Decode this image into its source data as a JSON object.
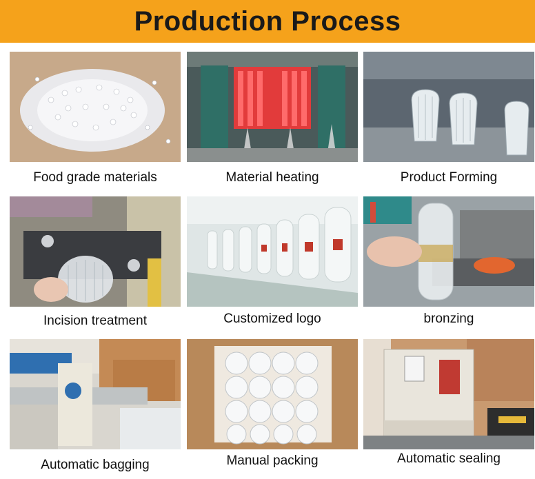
{
  "title": "Production Process",
  "colors": {
    "banner": "#f5a21b",
    "text": "#111111"
  },
  "steps": [
    {
      "caption": "Food grade materials",
      "image": "plastic-pellets-photo"
    },
    {
      "caption": "Material heating",
      "image": "heating-machine-photo"
    },
    {
      "caption": "Product Forming",
      "image": "forming-machine-photo"
    },
    {
      "caption": "Incision treatment",
      "image": "incision-machine-photo"
    },
    {
      "caption": "Customized logo",
      "image": "printed-bottles-conveyor-photo"
    },
    {
      "caption": "bronzing",
      "image": "bronzing-machine-photo"
    },
    {
      "caption": "Automatic bagging",
      "image": "bagging-machine-photo"
    },
    {
      "caption": "Manual packing",
      "image": "packed-carton-photo"
    },
    {
      "caption": "Automatic sealing",
      "image": "carton-sealing-machine-photo"
    }
  ]
}
